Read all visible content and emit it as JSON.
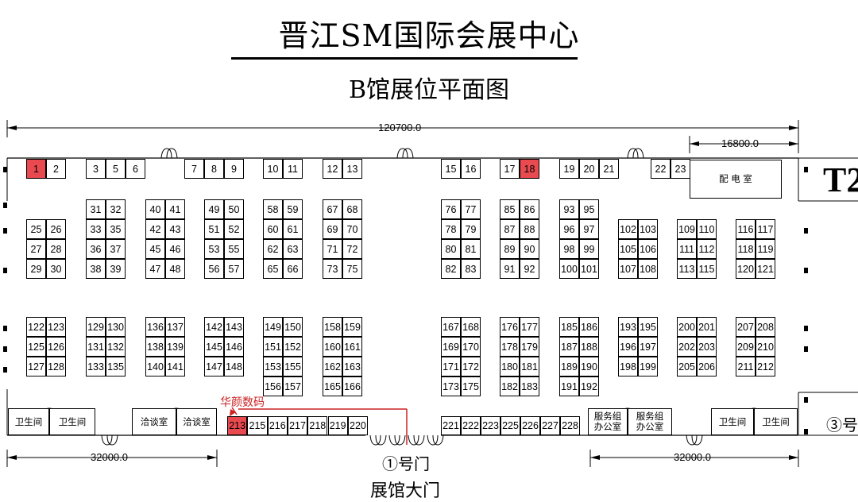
{
  "title": "晋江SM国际会展中心",
  "subtitle": "B馆展位平面图",
  "dimensions": {
    "overall_width": "120700.0",
    "power_room_width": "16800.0",
    "left_width": "32000.0",
    "right_width": "32000.0"
  },
  "hall_tag": "T2",
  "power_room": "配 电 室",
  "restrooms": [
    "卫生间",
    "卫生间",
    "卫生间",
    "卫生间"
  ],
  "meeting_rooms": [
    "洽谈室",
    "洽谈室"
  ],
  "service_offices": [
    "服务组\n办公室",
    "服务组\n办公室"
  ],
  "entrance": {
    "gate": "①号门",
    "main_gate": "展馆大门",
    "side_gate": "③号"
  },
  "exhibitor_callout": {
    "name": "华颜数码",
    "booth": "213"
  },
  "highlighted_booths": [
    "1",
    "18",
    "213"
  ],
  "colors": {
    "highlight": "#e84a50",
    "callout": "#cc2222"
  },
  "booths": {
    "top_row": [
      "1",
      "2",
      "3",
      "5",
      "6",
      "7",
      "8",
      "9",
      "10",
      "11",
      "12",
      "13",
      "15",
      "16",
      "17",
      "18",
      "19",
      "20",
      "21",
      "22",
      "23"
    ],
    "block_a": [
      [
        "31",
        "32"
      ],
      [
        "33",
        "35"
      ],
      [
        "36",
        "37"
      ],
      [
        "38",
        "39"
      ],
      [
        "40",
        "41"
      ],
      [
        "42",
        "43"
      ],
      [
        "45",
        "46"
      ],
      [
        "47",
        "48"
      ],
      [
        "49",
        "50"
      ],
      [
        "51",
        "52"
      ],
      [
        "53",
        "55"
      ],
      [
        "56",
        "57"
      ],
      [
        "58",
        "59"
      ],
      [
        "60",
        "61"
      ],
      [
        "62",
        "63"
      ],
      [
        "65",
        "66"
      ],
      [
        "67",
        "68"
      ],
      [
        "69",
        "70"
      ],
      [
        "71",
        "72"
      ],
      [
        "73",
        "75"
      ],
      [
        "76",
        "77"
      ],
      [
        "78",
        "79"
      ],
      [
        "80",
        "81"
      ],
      [
        "82",
        "83"
      ],
      [
        "85",
        "86"
      ],
      [
        "87",
        "88"
      ],
      [
        "89",
        "90"
      ],
      [
        "91",
        "92"
      ],
      [
        "93",
        "95"
      ],
      [
        "96",
        "97"
      ],
      [
        "98",
        "99"
      ],
      [
        "100",
        "101"
      ]
    ],
    "block_a_short": [
      [
        "25",
        "26"
      ],
      [
        "27",
        "28"
      ],
      [
        "29",
        "30"
      ],
      [
        "102",
        "103"
      ],
      [
        "105",
        "106"
      ],
      [
        "107",
        "108"
      ],
      [
        "109",
        "110"
      ],
      [
        "111",
        "112"
      ],
      [
        "113",
        "115"
      ],
      [
        "116",
        "117"
      ],
      [
        "118",
        "119"
      ],
      [
        "120",
        "121"
      ]
    ],
    "block_b": [
      [
        "122",
        "123"
      ],
      [
        "125",
        "126"
      ],
      [
        "127",
        "128"
      ],
      [
        "129",
        "130"
      ],
      [
        "131",
        "132"
      ],
      [
        "133",
        "135"
      ],
      [
        "136",
        "137"
      ],
      [
        "138",
        "139"
      ],
      [
        "140",
        "141"
      ],
      [
        "142",
        "143"
      ],
      [
        "145",
        "146"
      ],
      [
        "147",
        "148"
      ],
      [
        "149",
        "150"
      ],
      [
        "151",
        "152"
      ],
      [
        "153",
        "155"
      ],
      [
        "156",
        "157"
      ],
      [
        "158",
        "159"
      ],
      [
        "160",
        "161"
      ],
      [
        "162",
        "163"
      ],
      [
        "165",
        "166"
      ],
      [
        "167",
        "168"
      ],
      [
        "169",
        "170"
      ],
      [
        "171",
        "172"
      ],
      [
        "173",
        "175"
      ],
      [
        "176",
        "177"
      ],
      [
        "178",
        "179"
      ],
      [
        "180",
        "181"
      ],
      [
        "182",
        "183"
      ],
      [
        "185",
        "186"
      ],
      [
        "187",
        "188"
      ],
      [
        "189",
        "190"
      ],
      [
        "191",
        "192"
      ],
      [
        "193",
        "195"
      ],
      [
        "196",
        "197"
      ],
      [
        "198",
        "199"
      ],
      [
        "200",
        "201"
      ],
      [
        "202",
        "203"
      ],
      [
        "205",
        "206"
      ],
      [
        "207",
        "208"
      ],
      [
        "209",
        "210"
      ],
      [
        "211",
        "212"
      ]
    ],
    "bottom_left": [
      "213",
      "215",
      "216",
      "217",
      "218",
      "219",
      "220"
    ],
    "bottom_right": [
      "221",
      "222",
      "223",
      "225",
      "226",
      "227",
      "228"
    ]
  }
}
